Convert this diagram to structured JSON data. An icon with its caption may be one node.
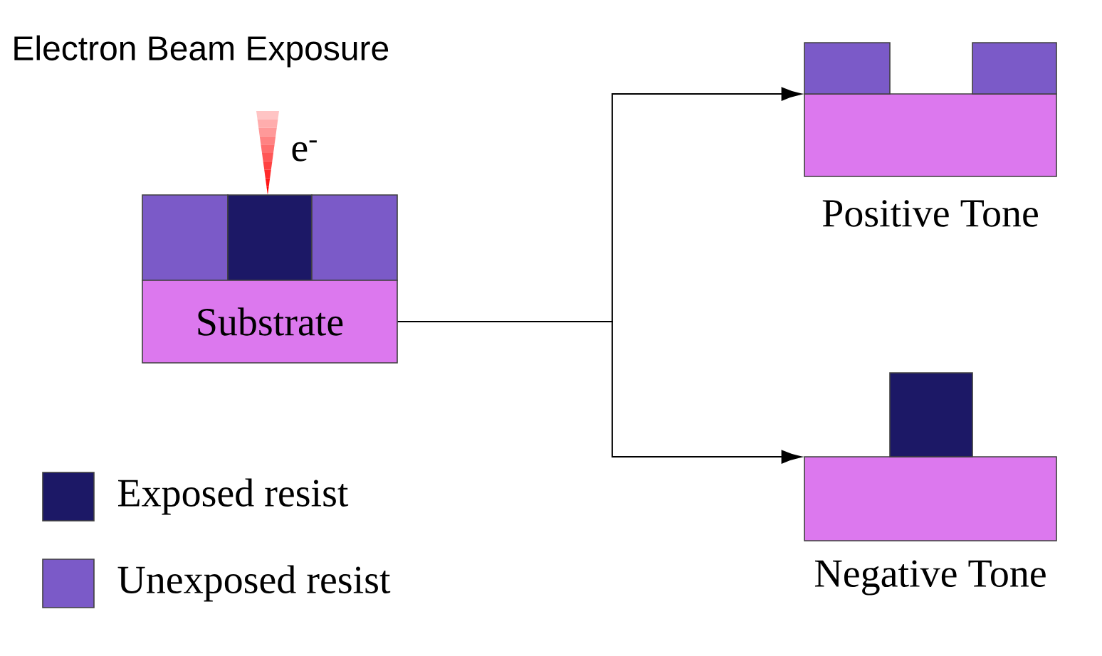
{
  "diagram": {
    "title": "Electron Beam Exposure",
    "nodes": [
      {
        "text": [
          "Substrate"
        ]
      },
      {
        "text": [],
        "shape": "box",
        "beside": [
          "Positive Tone"
        ]
      },
      {
        "text": [],
        "shape": "box",
        "beside": [
          "Negative Tone"
        ]
      }
    ],
    "edges": [
      {
        "from": 0,
        "to": 1,
        "arrow": "to"
      },
      {
        "from": 0,
        "to": 2,
        "arrow": "to"
      }
    ],
    "labels": [
      "e$^{-}$"
    ],
    "legend": [
      {
        "text": "Exposed resist",
        "color": "#1c1866"
      },
      {
        "text": "Unexposed resist",
        "color": "#7b5ac8"
      }
    ]
  }
}
